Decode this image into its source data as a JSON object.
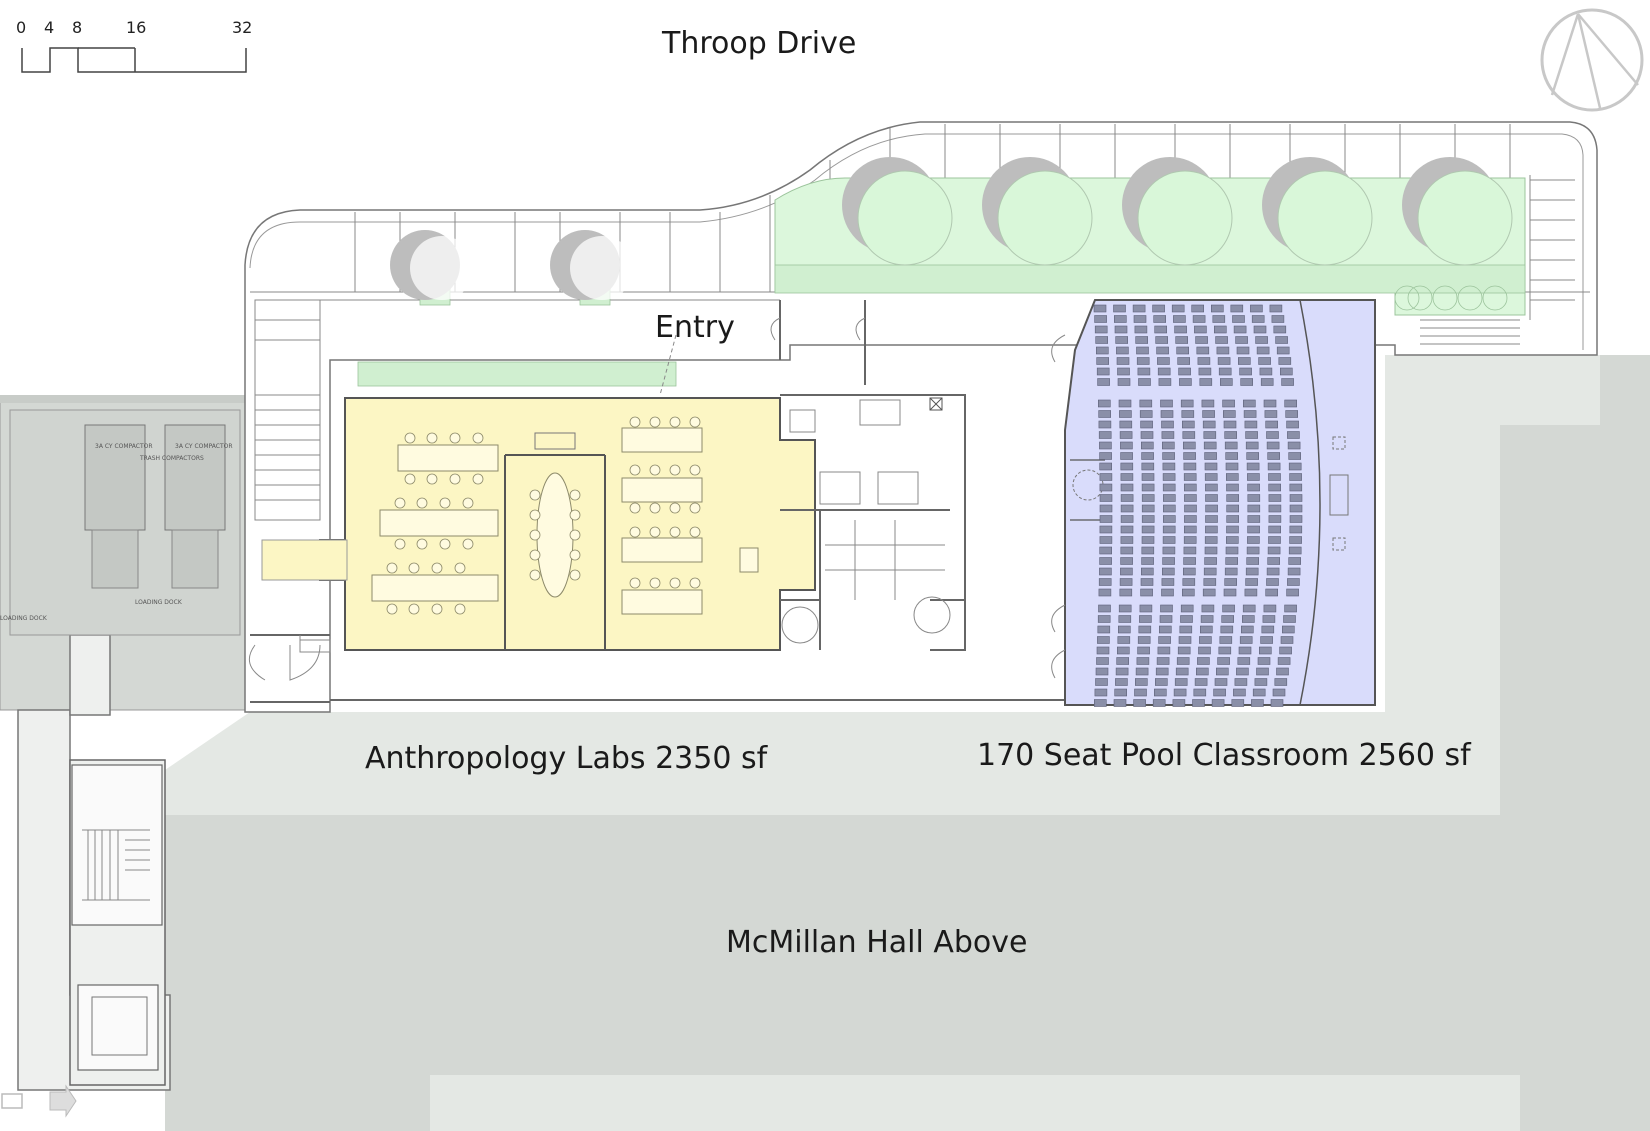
{
  "scale_bar": {
    "ticks": [
      "0",
      "4",
      "8",
      "16",
      "32"
    ]
  },
  "labels": {
    "street": "Throop Drive",
    "entry": "Entry",
    "labs": "Anthropology Labs 2350 sf",
    "classroom": "170 Seat Pool Classroom 2560 sf",
    "above": "McMillan Hall Above"
  },
  "small_labels": {
    "compactor_1": "3A CY COMPACTOR",
    "compactor_2": "3A CY COMPACTOR",
    "trash": "TRASH COMPACTORS",
    "loading": "LOADING DOCK",
    "dock_left": "LOADING DOCK"
  },
  "colors": {
    "labs_fill": "#fcf6c4",
    "classroom_fill": "#d9dcfb",
    "landscape_fill": "#dcf7dc",
    "neighbor_fill": "#d4d8d4",
    "neighbor_light": "#e4e8e4"
  },
  "icons": [
    "north-arrow-icon",
    "scale-bar-icon"
  ]
}
